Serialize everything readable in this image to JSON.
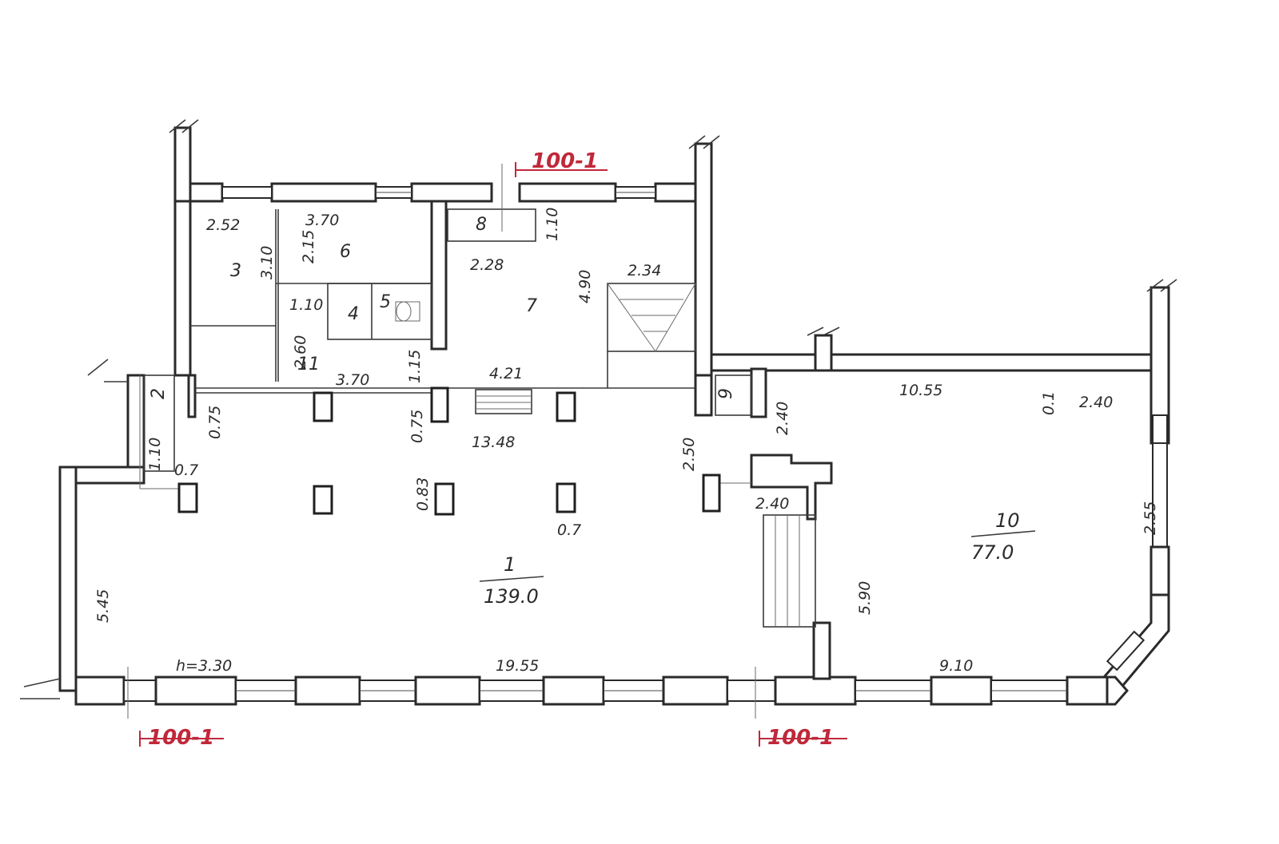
{
  "section_marks": [
    "100-1",
    "100-1",
    "100-1"
  ],
  "rooms": {
    "r1": {
      "label": "1",
      "area": "139.0"
    },
    "r3": {
      "label": "3"
    },
    "r4": {
      "label": "4"
    },
    "r5": {
      "label": "5"
    },
    "r6": {
      "label": "6"
    },
    "r7": {
      "label": "7"
    },
    "r8": {
      "label": "8"
    },
    "r9": {
      "label": "9"
    },
    "r10": {
      "label": "10",
      "area": "77.0"
    },
    "r11": {
      "label": "11"
    },
    "r2": {
      "label": "2"
    }
  },
  "dimensions": {
    "top_2_52": "2.52",
    "top_3_70": "3.70",
    "v_2_15": "2.15",
    "v_3_10": "3.10",
    "h_1_10": "1.10",
    "v_2_60": "2.60",
    "h_3_70b": "3.70",
    "v_1_15": "1.15",
    "v_1_10": "1.10",
    "h_2_28": "2.28",
    "v_4_90": "4.90",
    "h_2_34": "2.34",
    "h_4_21": "4.21",
    "v_0_75a": "0.75",
    "v_0_75b": "0.75",
    "h_13_48": "13.48",
    "v_1_10c": "1.10",
    "h_0_7a": "0.7",
    "v_0_83": "0.83",
    "h_0_7b": "0.7",
    "v_2_50": "2.50",
    "v_2_40": "2.40",
    "h_2_40": "2.40",
    "h_10_55": "10.55",
    "v_0_1": "0.1",
    "h_2_40b": "2.40",
    "v_2_55": "2.55",
    "v_5_90": "5.90",
    "v_5_45": "5.45",
    "h_h330": "h=3.30",
    "h_19_55": "19.55",
    "h_9_10": "9.10"
  }
}
